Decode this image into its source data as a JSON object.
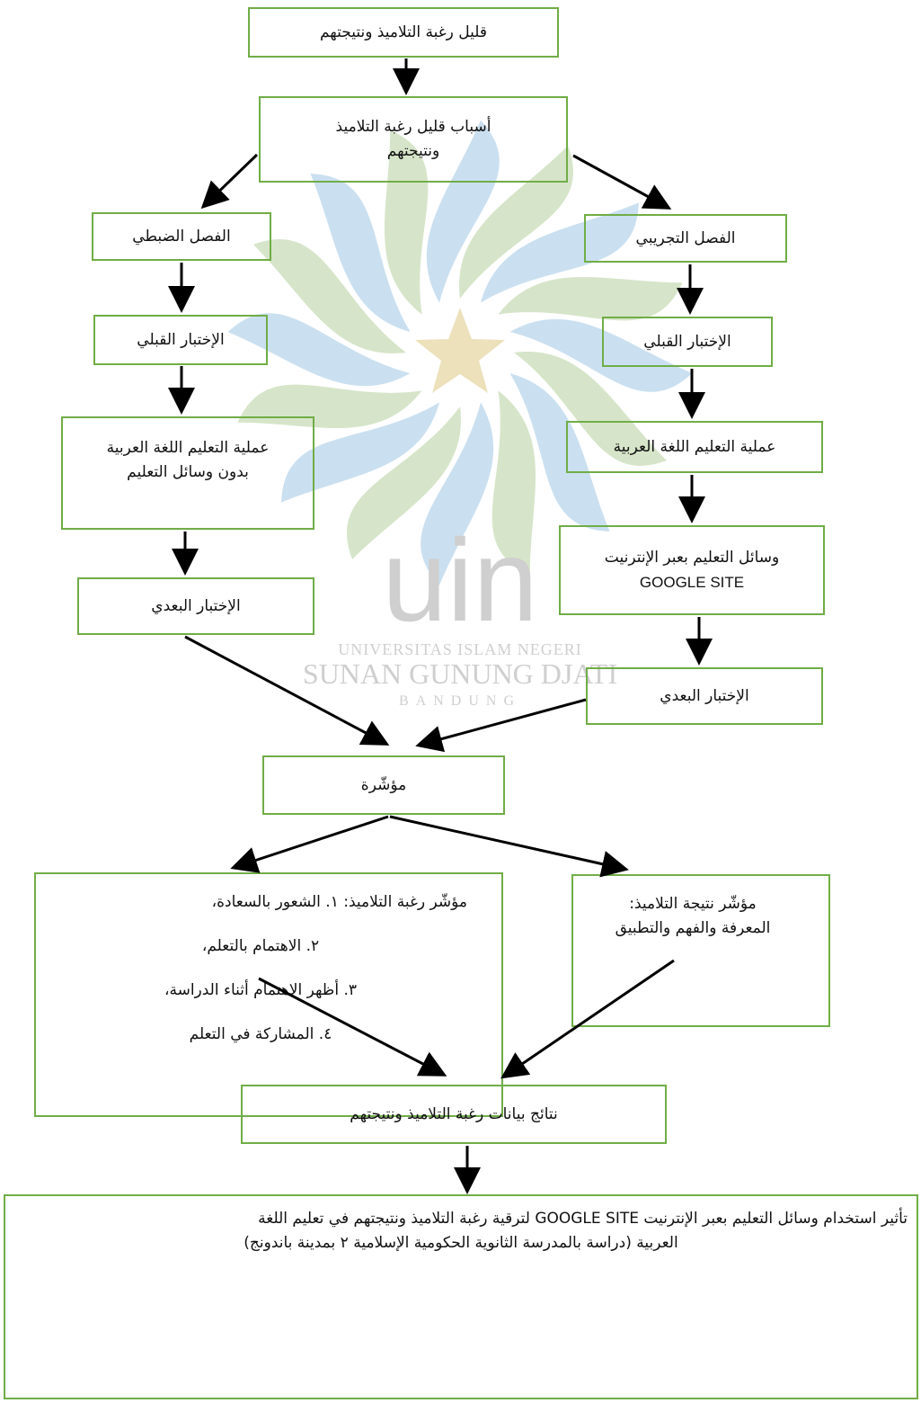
{
  "watermark": {
    "logo_text": "uin",
    "line1": "UNIVERSITAS ISLAM NEGERI",
    "line2": "SUNAN GUNUNG DJATI",
    "line3": "BANDUNG"
  },
  "nodes": {
    "top": "قليل رغبة التلاميذ ونتيجتهم",
    "causes": [
      "أسباب قليل رغبة التلاميذ",
      "ونتيجتهم"
    ],
    "control_class": "الفصل الضبطي",
    "experimental_class": "الفصل التجريبي",
    "control_pretest": "الإختبار القبلي",
    "experimental_pretest": "الإختبار القبلي",
    "control_learning": [
      "عملية التعليم اللغة العربية",
      "بدون وسائل التعليم"
    ],
    "experimental_learning": "عملية التعليم اللغة العربية",
    "online_media": [
      "وسائل التعليم بعبر الإنترنيت",
      "GOOGLE SITE"
    ],
    "control_posttest": "الإختبار البعدي",
    "experimental_posttest": "الإختبار البعدي",
    "indicator": "مؤشّرة",
    "interest_indicators": [
      "مؤشّر رغبة التلاميذ: ١. الشعور بالسعادة،",
      "٢. الاهتمام بالتعلم،",
      "٣. أظهر الاهتمام أثناء الدراسة،",
      "٤. المشاركة في التعلم"
    ],
    "result_indicators": [
      "مؤشّر نتيجة التلاميذ:",
      "المعرفة والفهم والتطبيق"
    ],
    "data_results": "نتائج بيانات رغبة التلاميذ ونتيجتهم",
    "final": [
      "تأثير استخدام وسائل التعليم بعبر الإنترنيت GOOGLE SITE لترقية رغبة التلاميذ ونتيجتهم  في تعليم اللغة",
      "العربية (دراسة بالمدرسة  الثانوية الحكومية الإسلامية ٢ بمدينة باندونج)"
    ]
  },
  "colors": {
    "box_border": "#70ad47",
    "arrow": "#000000",
    "watermark_green": "#c9ddb7",
    "watermark_blue": "#b9d6ec",
    "watermark_star": "#e7d7a6",
    "watermark_text": "#cfcfcf"
  }
}
